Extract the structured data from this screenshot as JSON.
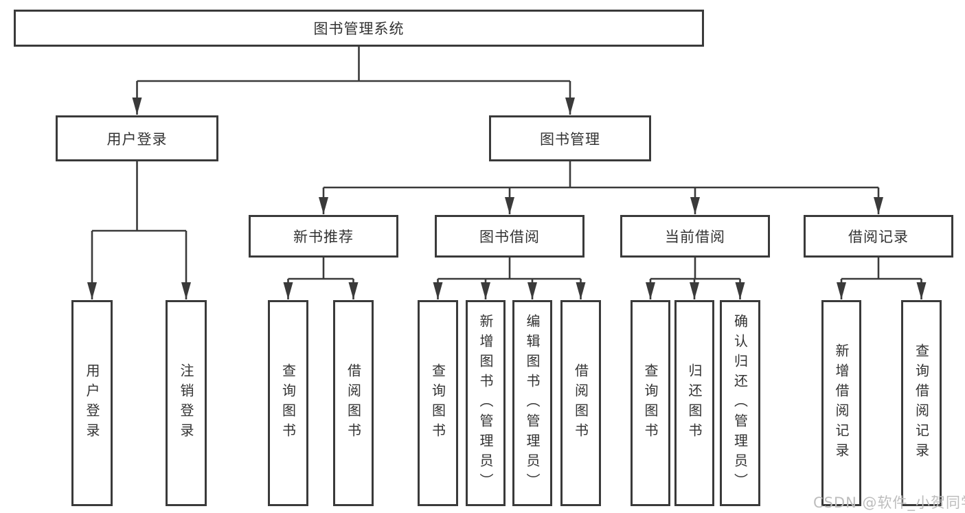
{
  "diagram": {
    "watermark": "CSDN @软件_小贺同学",
    "colors": {
      "line": "#3a3a3a",
      "border": "#3a3a3a",
      "text": "#333333",
      "background": "#ffffff",
      "watermark": "#bdbdbd"
    },
    "tree": {
      "label": "图书管理系统",
      "children": [
        {
          "label": "用户登录",
          "children": [
            {
              "label": "用户登录"
            },
            {
              "label": "注销登录"
            }
          ]
        },
        {
          "label": "图书管理",
          "children": [
            {
              "label": "新书推荐",
              "children": [
                {
                  "label": "查询图书"
                },
                {
                  "label": "借阅图书"
                }
              ]
            },
            {
              "label": "图书借阅",
              "children": [
                {
                  "label": "查询图书"
                },
                {
                  "label": "新增图书（管理员）"
                },
                {
                  "label": "编辑图书（管理员）"
                },
                {
                  "label": "借阅图书"
                }
              ]
            },
            {
              "label": "当前借阅",
              "children": [
                {
                  "label": "查询图书"
                },
                {
                  "label": "归还图书"
                },
                {
                  "label": "确认归还（管理员）"
                }
              ]
            },
            {
              "label": "借阅记录",
              "children": [
                {
                  "label": "新增借阅记录"
                },
                {
                  "label": "查询借阅记录"
                }
              ]
            }
          ]
        }
      ]
    }
  }
}
